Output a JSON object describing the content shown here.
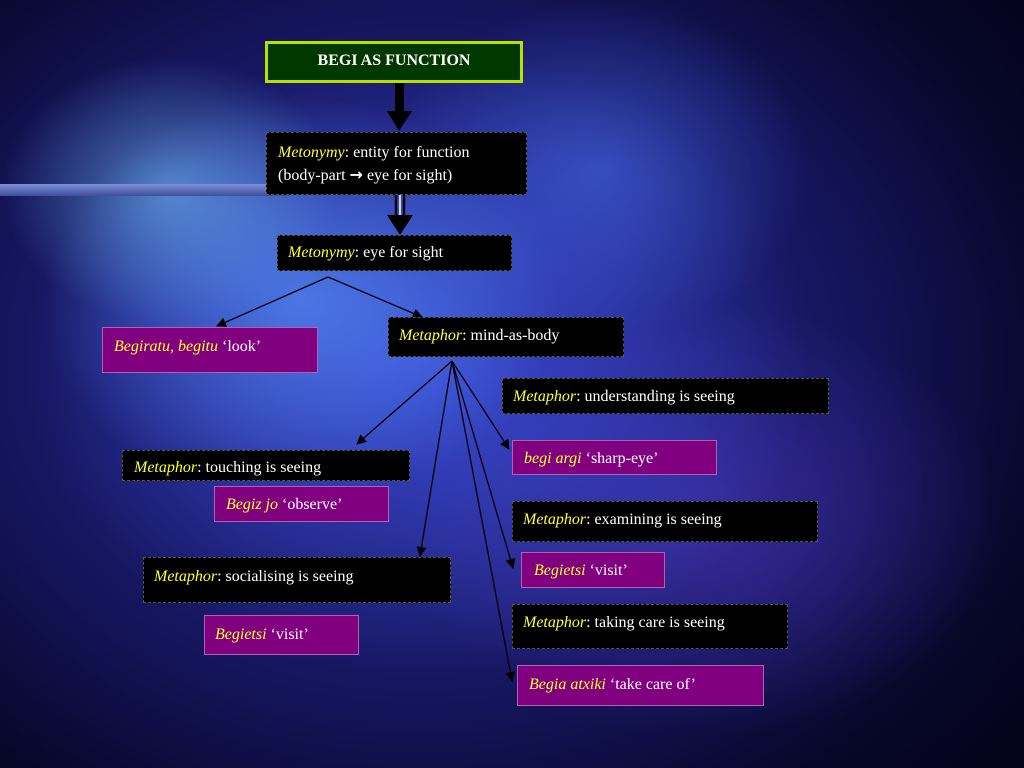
{
  "title": "BEGI AS  FUNCTION",
  "nodes": {
    "metonymy_entity": {
      "term": "Metonymy",
      "text": ": entity for function",
      "line2_start": "(body-part ",
      "arrow": "→",
      "line2_end": " eye for sight)"
    },
    "metonymy_eye": {
      "term": "Metonymy",
      "text": ": eye for sight"
    },
    "begiratu": {
      "term": "Begiratu, begitu",
      "gloss": " ‘look’"
    },
    "mind_body": {
      "term": "Metaphor",
      "text": ": mind-as-body"
    },
    "understanding": {
      "term": "Metaphor",
      "text": ": understanding is seeing"
    },
    "begi_argi": {
      "term": "begi argi",
      "gloss": " ‘sharp-eye’"
    },
    "touching": {
      "term": "Metaphor",
      "text": ": touching is seeing"
    },
    "begiz_jo": {
      "term": "Begiz jo",
      "gloss": " ‘observe’"
    },
    "examining": {
      "term": "Metaphor",
      "text": ": examining is seeing"
    },
    "begietsi_right": {
      "term": "Begietsi",
      "gloss": " ‘visit’"
    },
    "socialising": {
      "term": "Metaphor",
      "text": ": socialising is seeing"
    },
    "begietsi_left": {
      "term": "Begietsi",
      "gloss": " ‘visit’"
    },
    "taking_care": {
      "term": "Metaphor",
      "text": ": taking care is seeing"
    },
    "begia_atxiki": {
      "term": "Begia atxiki",
      "gloss": " ‘take care of’"
    }
  },
  "colors": {
    "term_highlight": "#ffff33",
    "black_box": "#000000",
    "purple_box": "#800080",
    "title_box": "#003800",
    "title_border": "#b8e000"
  }
}
